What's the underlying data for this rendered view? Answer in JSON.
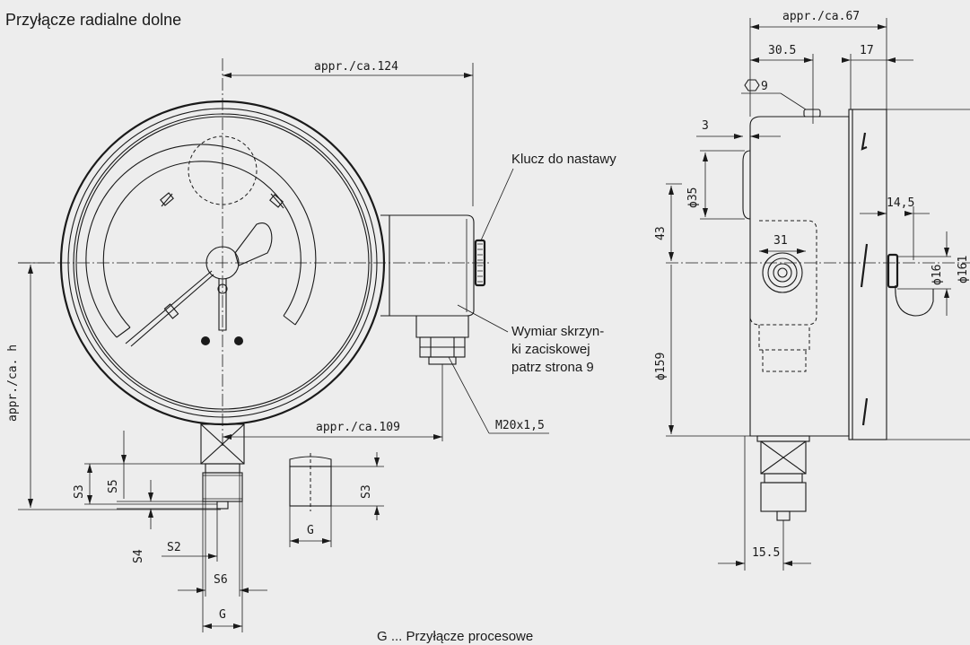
{
  "title": "Przyłącze radialne dolne",
  "dims": {
    "d124": "appr./ca.124",
    "d109": "appr./ca.109",
    "dh": "appr./ca. h",
    "d67": "appr./ca.67",
    "d30_5": "30.5",
    "d17": "17",
    "hex9": "9",
    "d3": "3",
    "d35": "ϕ35",
    "d43": "43",
    "d31": "31",
    "d14_5": "14,5",
    "d16": "ϕ16",
    "d161": "ϕ161",
    "d159": "ϕ159",
    "d15_5": "15.5",
    "S3a": "S3",
    "S5": "S5",
    "S3b": "S3",
    "S4": "S4",
    "S2": "S2",
    "S6": "S6",
    "Ga": "G",
    "Gb": "G",
    "m20": "M20x1,5"
  },
  "labels": {
    "key": "Klucz do nastawy",
    "box_line1": "Wymiar skrzyn-",
    "box_line2": "ki zaciskowej",
    "box_line3": "patrz strona 9",
    "footer": "G ... Przyłącze procesowe"
  }
}
